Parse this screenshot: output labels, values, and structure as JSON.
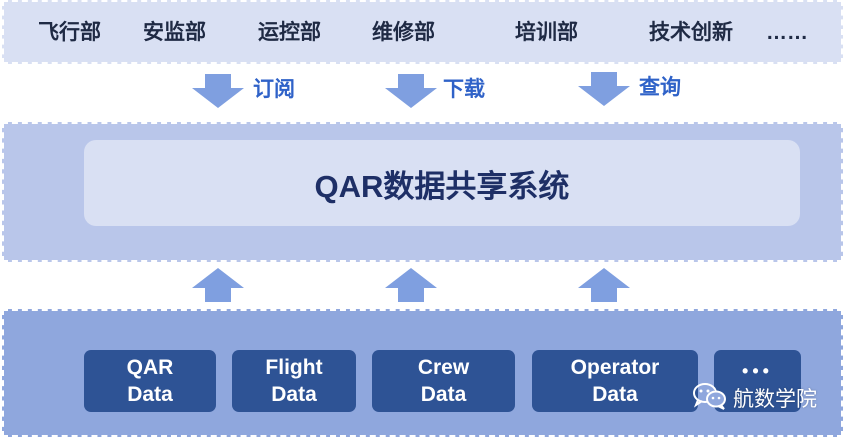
{
  "departments": [
    "飞行部",
    "安监部",
    "运控部",
    "维修部",
    "培训部",
    "技术创新",
    "……"
  ],
  "actions": [
    "订阅",
    "下载",
    "查询"
  ],
  "core": {
    "title": "QAR数据共享系统"
  },
  "sources": [
    {
      "line1": "QAR",
      "line2": "Data"
    },
    {
      "line1": "Flight",
      "line2": "Data"
    },
    {
      "line1": "Crew",
      "line2": "Data"
    },
    {
      "line1": "Operator",
      "line2": "Data"
    },
    {
      "line1": "•••",
      "line2": ""
    }
  ],
  "watermark": {
    "text": "航数学院",
    "icon": "wechat-icon"
  },
  "colors": {
    "top_band": "#d9e0f3",
    "middle_band": "#b9c6ea",
    "bottom_band": "#8fa7dd",
    "source_box": "#2e5395",
    "arrow": "#7f9fe0",
    "action_text": "#2f62c8"
  }
}
